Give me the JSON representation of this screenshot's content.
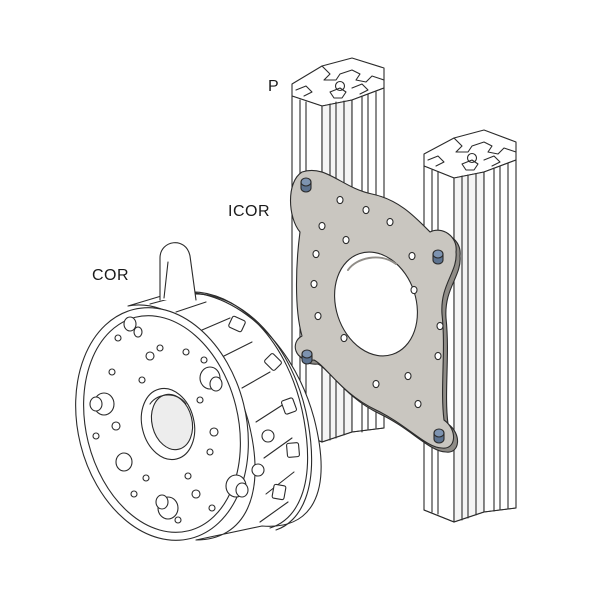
{
  "labels": {
    "profile": "P",
    "icor": "ICOR",
    "cor": "COR"
  },
  "colors": {
    "outline": "#2b2b2b",
    "profile_fill": "#ffffff",
    "profile_shade": "#e9e9e9",
    "plate_fill": "#c9c6c0",
    "plate_edge": "#8f8c87",
    "bolt": "#5d7390",
    "ring_fill": "#ffffff"
  }
}
